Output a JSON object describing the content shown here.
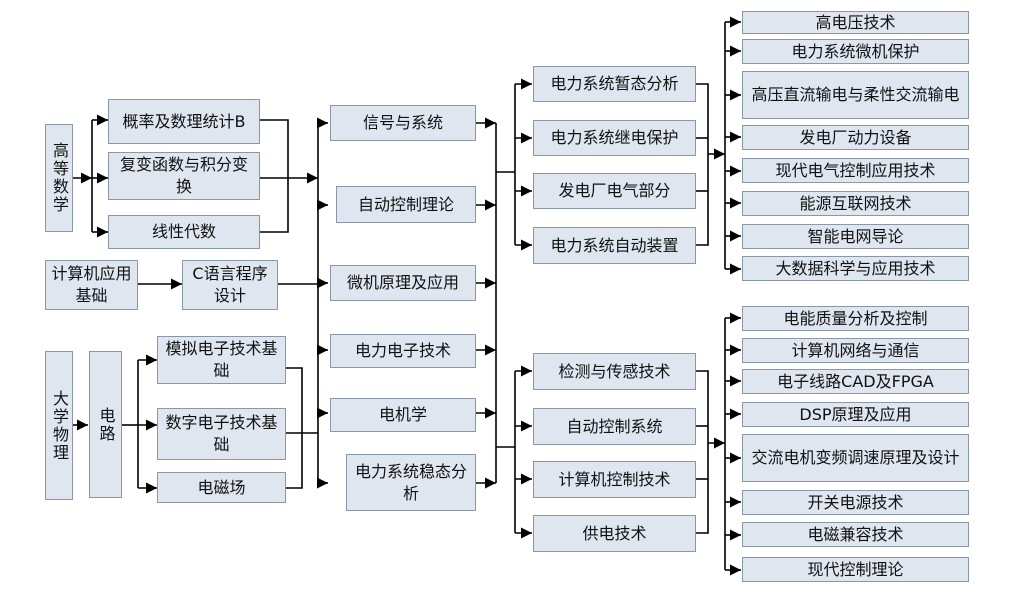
{
  "colors": {
    "box_fill": "#dfe6f0",
    "box_border": "#8a97a6",
    "line": "#000000"
  },
  "nodes": {
    "gaodeng_shuxue": "高等数学",
    "gailv": "概率及数理统计B",
    "fubian": "复变函数与积分变换",
    "xianxing": "线性代数",
    "jisuanji_jichu": "计算机应用基础",
    "c_yuyan": "C语言程序设计",
    "daxue_wuli": "大学物理",
    "dianlu": "电路",
    "moni": "模拟电子技术基础",
    "shuzi": "数字电子技术基础",
    "diancichang": "电磁场",
    "xinhao": "信号与系统",
    "zidong_kongzhi_lilun": "自动控制理论",
    "weiji": "微机原理及应用",
    "dianli_dianzi": "电力电子技术",
    "dianjixue": "电机学",
    "wentai": "电力系统稳态分析",
    "zantai": "电力系统暂态分析",
    "jidian": "电力系统继电保护",
    "fadianchang_dianqi": "发电厂电气部分",
    "zidong_zhuangzhi": "电力系统自动装置",
    "jiance": "检测与传感技术",
    "zidong_kongzhi_xitong": "自动控制系统",
    "jisuanji_kongzhi": "计算机控制技术",
    "gongdian": "供电技术",
    "gaodianya": "高电压技术",
    "weiji_baohu": "电力系统微机保护",
    "zhiliu": "高压直流输电与柔性交流输电",
    "dongli": "发电厂动力设备",
    "xiandai_dianqi": "现代电气控制应用技术",
    "nengyuan": "能源互联网技术",
    "zhineng": "智能电网导论",
    "dashuju": "大数据科学与应用技术",
    "dianneng": "电能质量分析及控制",
    "wangluo": "计算机网络与通信",
    "cad_fpga": "电子线路CAD及FPGA",
    "dsp": "DSP原理及应用",
    "bianpin": "交流电机变频调速原理及设计",
    "kaiguan": "开关电源技术",
    "jianrong": "电磁兼容技术",
    "xiandai_kongzhi": "现代控制理论"
  }
}
